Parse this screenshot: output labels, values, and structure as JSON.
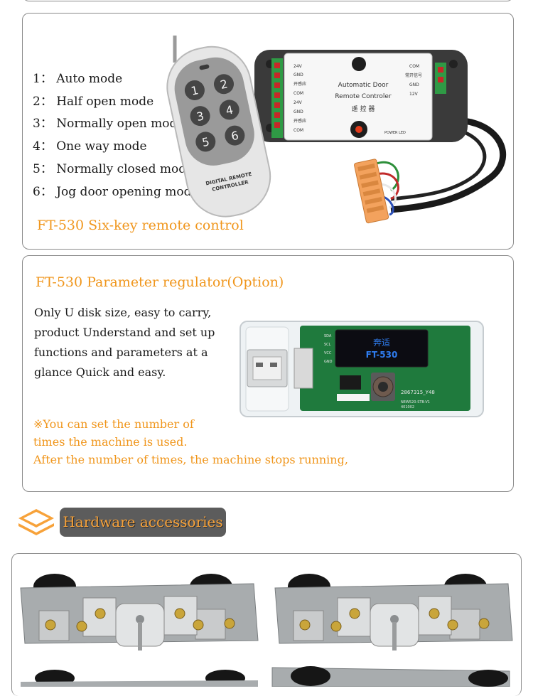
{
  "remote_section": {
    "modes": [
      "1： Auto mode",
      "2： Half open mode",
      "3： Normally open mode",
      "4： One way mode",
      "5： Normally closed mode",
      "6： Jog door opening mode"
    ],
    "caption": "FT-530 Six-key remote control",
    "remote_buttons": [
      "1",
      "2",
      "3",
      "4",
      "5",
      "6"
    ],
    "remote_label_1": "DIGITAL REMOTE",
    "remote_label_2": "CONTROLLER",
    "controller_title_1": "Automatic Door",
    "controller_title_2": "Remote Controler",
    "controller_title_3": "遥 控 器",
    "power_led": "POWER LED",
    "left_pins": [
      "24V",
      "GND",
      "开感应",
      "COM",
      "24V",
      "GND",
      "开感应",
      "COM"
    ],
    "right_pins": [
      "COM",
      "常开信号",
      "GND",
      "12V"
    ]
  },
  "regulator_section": {
    "title": "FT-530 Parameter regulator(Option)",
    "description_lines": [
      "Only U disk size, easy to carry,",
      "product Understand and set up",
      "functions and parameters at a",
      "glance Quick and easy."
    ],
    "note_lines": [
      "※You can set the number of",
      "times the machine is used.",
      "After the number of times, the machine stops running,"
    ],
    "screen_line_1": "奔适",
    "screen_line_2": "FT-530",
    "pcb_code_1": "2867315_Y48",
    "pcb_code_2": "NEW520-STB-V1",
    "pcb_code_3": "401002",
    "pcb_pins": [
      "SDA",
      "SCL",
      "VCC",
      "GND"
    ]
  },
  "hardware_section": {
    "heading": "Hardware accessories"
  },
  "colors": {
    "accent_orange": "#f0961c",
    "tag_bg": "#5c5c5c",
    "panel_border": "#8a8a8a"
  }
}
